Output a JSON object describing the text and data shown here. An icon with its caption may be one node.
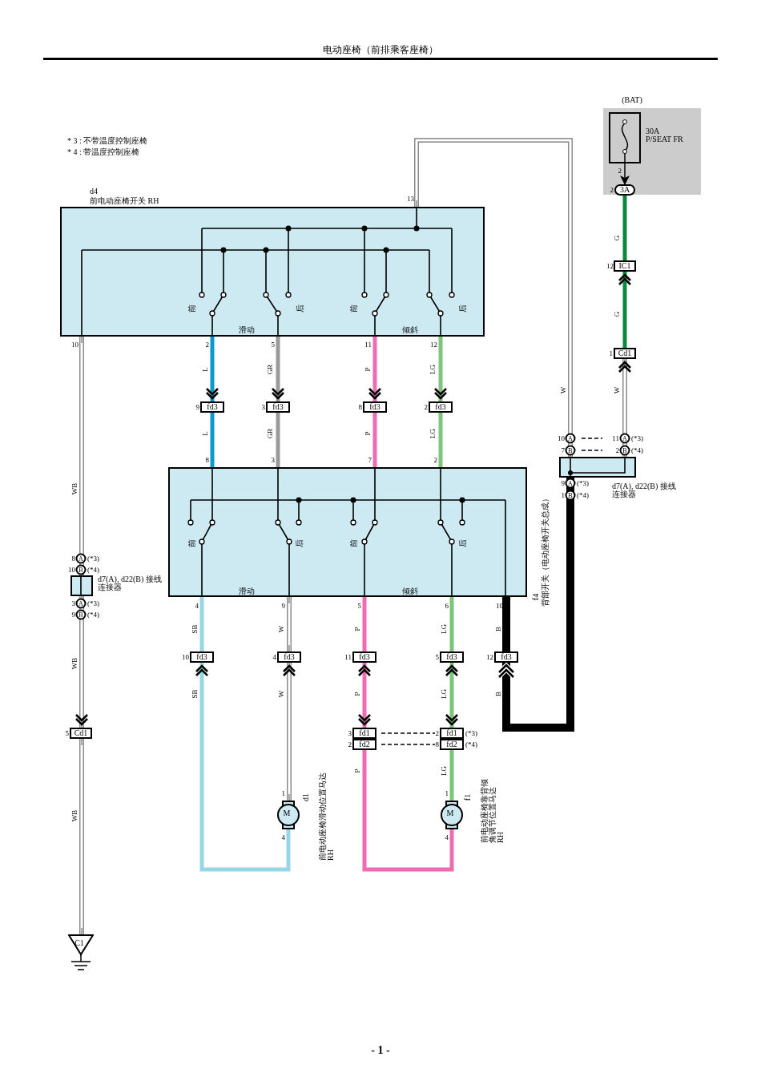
{
  "diagram": {
    "title": "电动座椅（前排乘客座椅）",
    "nodes": [
      {
        "text": [
          "d4",
          "前电动座椅开关 RH",
          "前",
          "后",
          "前",
          "后",
          "滑动",
          "倾斜"
        ]
      },
      {
        "text": [
          "f4",
          "背部开关（电动座椅开关总成）",
          "前",
          "后",
          "前",
          "后",
          "滑动",
          "倾斜"
        ]
      },
      {
        "text": [
          "30A",
          "P/SEAT FR"
        ],
        "beside": [
          "(BAT)"
        ]
      },
      {
        "text": [],
        "shape": "box",
        "in": 2
      },
      {
        "text": [
          "3A"
        ],
        "in": 2
      },
      {
        "text": [
          "IC1"
        ]
      },
      {
        "text": [
          "Cd1"
        ]
      },
      {
        "text": [],
        "shape": "box",
        "beside": [
          "d7(A), d22(B) 接线连接器"
        ]
      },
      {
        "text": [],
        "shape": "box",
        "beside": [
          "d7(A), d22(B) 接线连接器"
        ]
      },
      {
        "text": [
          "fd3"
        ]
      },
      {
        "text": [
          "fd3"
        ]
      },
      {
        "text": [
          "fd3"
        ]
      },
      {
        "text": [
          "fd3"
        ]
      },
      {
        "text": [
          "fd3"
        ]
      },
      {
        "text": [
          "fd3"
        ]
      },
      {
        "text": [
          "fd3"
        ]
      },
      {
        "text": [
          "fd3"
        ]
      },
      {
        "text": [
          "fd3"
        ]
      },
      {
        "text": [
          "fd1"
        ]
      },
      {
        "text": [
          "fd2"
        ]
      },
      {
        "text": [
          "fd1"
        ]
      },
      {
        "text": [
          "fd2"
        ]
      },
      {
        "text": [
          "M"
        ],
        "beside": [
          "d1",
          "前电动座椅滑动位置马达 RH"
        ]
      },
      {
        "text": [
          "M"
        ],
        "beside": [
          "f1",
          "前电动座椅靠背倾角调节位置马达 RH"
        ]
      },
      {
        "text": [
          "Cd1"
        ]
      },
      {
        "text": [
          "C1"
        ]
      }
    ],
    "edges": [
      {
        "from": 0,
        "to": 9,
        "arrow": "to",
        "label": "L",
        "color": "#0a9bc9"
      },
      {
        "from": 9,
        "to": 1,
        "arrow": "none",
        "label": "L",
        "color": "#0a9bc9"
      },
      {
        "from": 0,
        "to": 10,
        "arrow": "to",
        "label": "GR",
        "color": "#9a9a9a"
      },
      {
        "from": 10,
        "to": 1,
        "arrow": "none",
        "label": "GR",
        "color": "#9a9a9a"
      },
      {
        "from": 0,
        "to": 11,
        "arrow": "to",
        "label": "P",
        "color": "#f06ab4"
      },
      {
        "from": 11,
        "to": 1,
        "arrow": "none",
        "label": "P",
        "color": "#f06ab4"
      },
      {
        "from": 0,
        "to": 12,
        "arrow": "to",
        "label": "LG",
        "color": "#7cc57b"
      },
      {
        "from": 12,
        "to": 1,
        "arrow": "none",
        "label": "LG",
        "color": "#7cc57b"
      },
      {
        "from": 1,
        "to": 13,
        "arrow": "none",
        "label": "SB",
        "color": "#97d6e6"
      },
      {
        "from": 22,
        "to": 13,
        "arrow": "to",
        "label": "SB",
        "color": "#97d6e6"
      },
      {
        "from": 1,
        "to": 14,
        "arrow": "none",
        "label": "W"
      },
      {
        "from": 22,
        "to": 14,
        "arrow": "to",
        "label": "W"
      },
      {
        "from": 1,
        "to": 15,
        "arrow": "none",
        "label": "P",
        "color": "#f06ab4"
      },
      {
        "from": 15,
        "to": 18,
        "arrow": "both",
        "label": "P",
        "color": "#f06ab4"
      },
      {
        "from": 19,
        "to": 23,
        "arrow": "none",
        "label": "P",
        "color": "#f06ab4"
      },
      {
        "from": 1,
        "to": 16,
        "arrow": "none",
        "label": "LG",
        "color": "#7cc57b"
      },
      {
        "from": 16,
        "to": 20,
        "arrow": "both",
        "label": "LG",
        "color": "#7cc57b"
      },
      {
        "from": 21,
        "to": 23,
        "arrow": "none",
        "label": "LG",
        "color": "#7cc57b"
      },
      {
        "from": 1,
        "to": 17,
        "arrow": "none",
        "label": "B",
        "color": "#000000",
        "style": "thick"
      },
      {
        "from": 7,
        "to": 17,
        "arrow": "to",
        "label": "B",
        "color": "#000000",
        "style": "thick"
      },
      {
        "from": 0,
        "to": 7,
        "arrow": "none",
        "label": "W"
      },
      {
        "from": 7,
        "to": 6,
        "arrow": "to",
        "label": "W"
      },
      {
        "from": 6,
        "to": 5,
        "arrow": "to",
        "label": "G",
        "color": "#0a8a3c"
      },
      {
        "from": 5,
        "to": 4,
        "arrow": "none",
        "label": "G",
        "color": "#0a8a3c"
      },
      {
        "from": 3,
        "to": 4,
        "arrow": "to",
        "color": "#000000"
      },
      {
        "from": 0,
        "to": 8,
        "arrow": "none",
        "label": "WB"
      },
      {
        "from": 8,
        "to": 24,
        "arrow": "to",
        "label": "WB"
      },
      {
        "from": 24,
        "to": 25,
        "arrow": "none",
        "label": "WB"
      },
      {
        "from": 18,
        "to": 20,
        "arrow": "none",
        "style": "dashed",
        "color": "#000000"
      },
      {
        "from": 19,
        "to": 21,
        "arrow": "none",
        "style": "dashed",
        "color": "#000000"
      }
    ],
    "labels": [
      "* 3 : 不带温度控制座椅",
      "* 4 : 带温度控制座椅",
      "13",
      "10",
      "2",
      "5",
      "11",
      "12",
      "9",
      "3",
      "8",
      "2",
      "8",
      "3",
      "7",
      "2",
      "4",
      "9",
      "5",
      "6",
      "10",
      "10",
      "4",
      "11",
      "5",
      "12",
      "3",
      "2",
      "(*3)",
      "2",
      "8",
      "(*4)",
      "1",
      "4",
      "1",
      "4",
      "2",
      "2",
      "12",
      "1",
      "10",
      "A",
      "11",
      "A",
      "(*3)",
      "7",
      "B",
      "2",
      "B",
      "(*4)",
      "9",
      "A",
      "(*3)",
      "1",
      "B",
      "(*4)",
      "8",
      "A",
      "(*3)",
      "10",
      "B",
      "(*4)",
      "3",
      "A",
      "(*3)",
      "9",
      "B",
      "(*4)",
      "5",
      "- 1 -"
    ]
  }
}
